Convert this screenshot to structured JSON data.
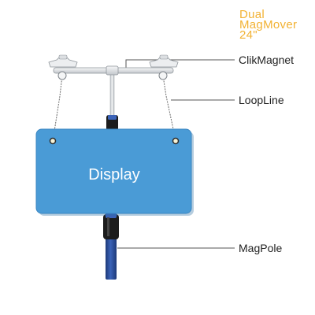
{
  "title": {
    "lines": [
      "Dual",
      "MagMover",
      "24\""
    ],
    "color": "#f2b233"
  },
  "labels": {
    "clikmagnet": "ClikMagnet",
    "loopline": "LoopLine",
    "magpole": "MagPole",
    "display": "Display"
  },
  "colors": {
    "display_fill": "#4a9bd6",
    "display_edge": "#3a86c2",
    "pole_blue": "#2c4f9e",
    "pole_black": "#1c1c1c",
    "leader_line": "#555555",
    "label_text": "#222222",
    "display_text": "#ffffff"
  }
}
